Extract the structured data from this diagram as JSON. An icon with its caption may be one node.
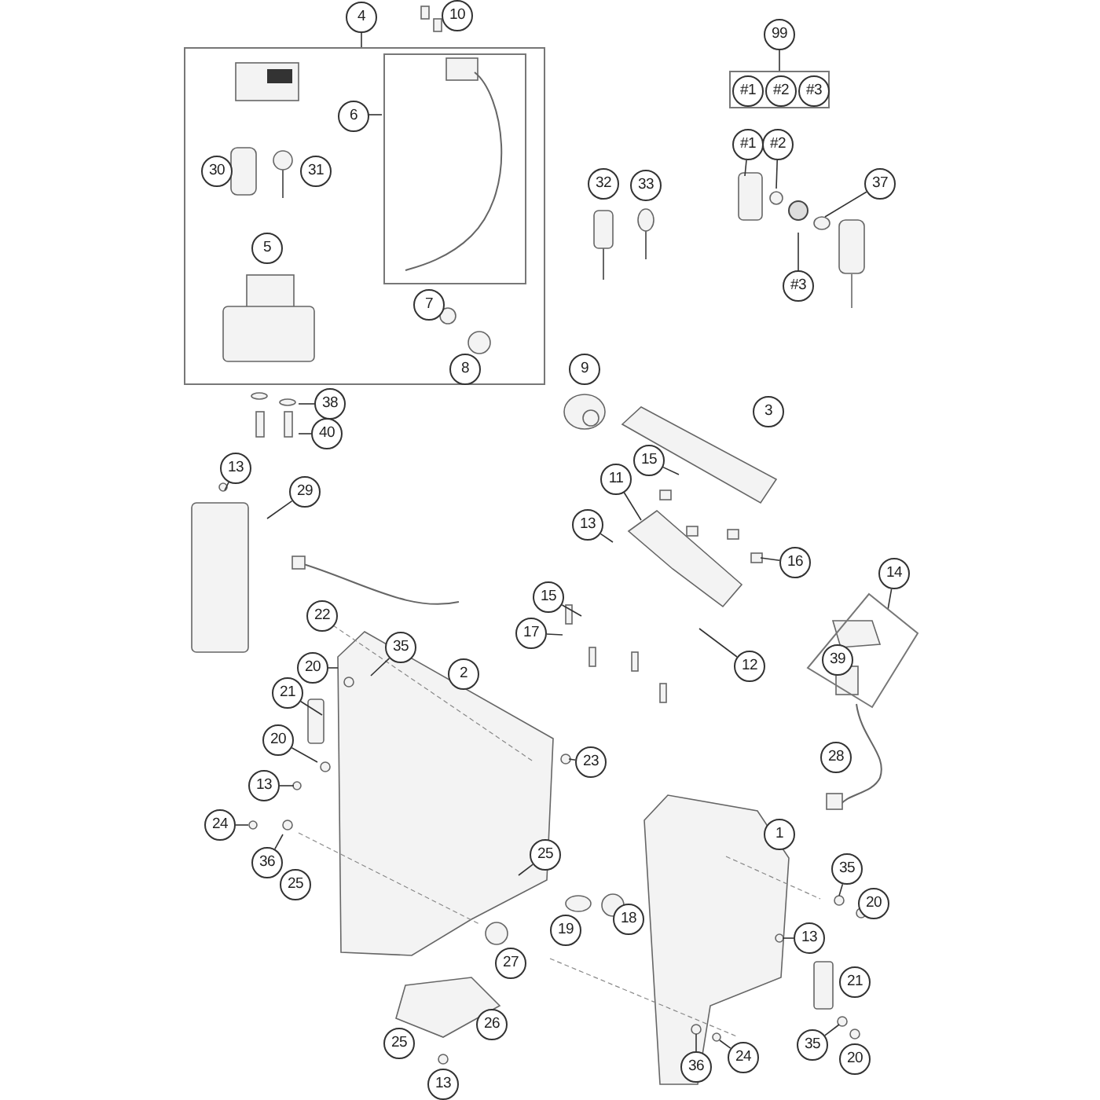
{
  "diagram": {
    "nodes": [
      {
        "text": [
          "4"
        ]
      },
      {
        "text": [
          "10"
        ]
      },
      {
        "text": [],
        "shape": "box"
      },
      {
        "text": [
          "6"
        ],
        "in": 2
      },
      {
        "text": [],
        "shape": "box",
        "in": 2
      },
      {
        "text": [
          "30"
        ],
        "in": 2
      },
      {
        "text": [
          "31"
        ],
        "in": 2
      },
      {
        "text": [
          "5"
        ],
        "in": 2
      },
      {
        "text": [
          "7"
        ],
        "in": 2
      },
      {
        "text": [
          "8"
        ],
        "in": 2
      },
      {
        "text": [
          "99"
        ]
      },
      {
        "text": [],
        "shape": "box"
      },
      {
        "text": [
          "#1"
        ],
        "in": 11
      },
      {
        "text": [
          "#2"
        ],
        "in": 11
      },
      {
        "text": [
          "#3"
        ],
        "in": 11
      },
      {
        "text": [
          "#1"
        ]
      },
      {
        "text": [
          "#2"
        ]
      },
      {
        "text": [
          "32"
        ]
      },
      {
        "text": [
          "33"
        ]
      },
      {
        "text": [
          "37"
        ]
      },
      {
        "text": [
          "#3"
        ]
      },
      {
        "text": [
          "9"
        ]
      },
      {
        "text": [
          "38"
        ]
      },
      {
        "text": [
          "3"
        ]
      },
      {
        "text": [
          "40"
        ]
      },
      {
        "text": [
          "15"
        ]
      },
      {
        "text": [
          "13"
        ]
      },
      {
        "text": [
          "11"
        ]
      },
      {
        "text": [
          "29"
        ]
      },
      {
        "text": [
          "13"
        ]
      },
      {
        "text": [
          "16"
        ]
      },
      {
        "text": [
          "14"
        ]
      },
      {
        "text": [],
        "shape": "box"
      },
      {
        "text": [
          "39"
        ],
        "in": 32
      },
      {
        "text": [
          "15"
        ]
      },
      {
        "text": [
          "22"
        ]
      },
      {
        "text": [
          "17"
        ]
      },
      {
        "text": [
          "35"
        ]
      },
      {
        "text": [
          "20"
        ]
      },
      {
        "text": [
          "12"
        ]
      },
      {
        "text": [
          "2"
        ]
      },
      {
        "text": [
          "21"
        ]
      },
      {
        "text": [
          "20"
        ]
      },
      {
        "text": [
          "28"
        ]
      },
      {
        "text": [
          "23"
        ]
      },
      {
        "text": [
          "13"
        ]
      },
      {
        "text": [
          "24"
        ]
      },
      {
        "text": [
          "1"
        ]
      },
      {
        "text": [
          "36"
        ]
      },
      {
        "text": [
          "25"
        ]
      },
      {
        "text": [
          "35"
        ]
      },
      {
        "text": [
          "25"
        ]
      },
      {
        "text": [
          "20"
        ]
      },
      {
        "text": [
          "18"
        ]
      },
      {
        "text": [
          "19"
        ]
      },
      {
        "text": [
          "13"
        ]
      },
      {
        "text": [
          "27"
        ]
      },
      {
        "text": [
          "21"
        ]
      },
      {
        "text": [
          "26"
        ]
      },
      {
        "text": [
          "25"
        ]
      },
      {
        "text": [
          "35"
        ]
      },
      {
        "text": [
          "24"
        ]
      },
      {
        "text": [
          "36"
        ]
      },
      {
        "text": [
          "20"
        ]
      },
      {
        "text": [
          "13"
        ]
      }
    ],
    "edges": [
      {
        "from": 0,
        "to": 2,
        "arrow": "none"
      },
      {
        "from": 3,
        "to": 4,
        "arrow": "none"
      },
      {
        "from": 10,
        "to": 11,
        "arrow": "none"
      },
      {
        "from": 31,
        "to": 32,
        "arrow": "none"
      },
      {
        "from": 22,
        "to": null,
        "arrow": "none"
      },
      {
        "from": 24,
        "to": null,
        "arrow": "none"
      },
      {
        "from": 15,
        "to": null,
        "arrow": "none"
      },
      {
        "from": 16,
        "to": null,
        "arrow": "none"
      },
      {
        "from": 20,
        "to": null,
        "arrow": "none"
      },
      {
        "from": 19,
        "to": null,
        "arrow": "none"
      },
      {
        "from": 25,
        "to": null,
        "arrow": "none"
      },
      {
        "from": 27,
        "to": null,
        "arrow": "none"
      },
      {
        "from": 29,
        "to": null,
        "arrow": "none"
      },
      {
        "from": 30,
        "to": null,
        "arrow": "none"
      },
      {
        "from": 34,
        "to": null,
        "arrow": "none"
      },
      {
        "from": 36,
        "to": null,
        "arrow": "none"
      },
      {
        "from": 39,
        "to": null,
        "arrow": "none"
      },
      {
        "from": 26,
        "to": null,
        "arrow": "none"
      },
      {
        "from": 28,
        "to": null,
        "arrow": "none"
      },
      {
        "from": 37,
        "to": null,
        "arrow": "none"
      },
      {
        "from": 38,
        "to": null,
        "arrow": "none"
      },
      {
        "from": 41,
        "to": null,
        "arrow": "none"
      },
      {
        "from": 42,
        "to": null,
        "arrow": "none"
      },
      {
        "from": 45,
        "to": null,
        "arrow": "none"
      },
      {
        "from": 46,
        "to": null,
        "arrow": "none"
      },
      {
        "from": 48,
        "to": null,
        "arrow": "none"
      },
      {
        "from": 44,
        "to": null,
        "arrow": "none"
      },
      {
        "from": 49,
        "to": null,
        "arrow": "none"
      },
      {
        "from": 50,
        "to": null,
        "arrow": "none"
      },
      {
        "from": 55,
        "to": null,
        "arrow": "none"
      },
      {
        "from": 60,
        "to": null,
        "arrow": "none"
      },
      {
        "from": 62,
        "to": null,
        "arrow": "none"
      },
      {
        "from": 61,
        "to": null,
        "arrow": "none"
      }
    ]
  }
}
